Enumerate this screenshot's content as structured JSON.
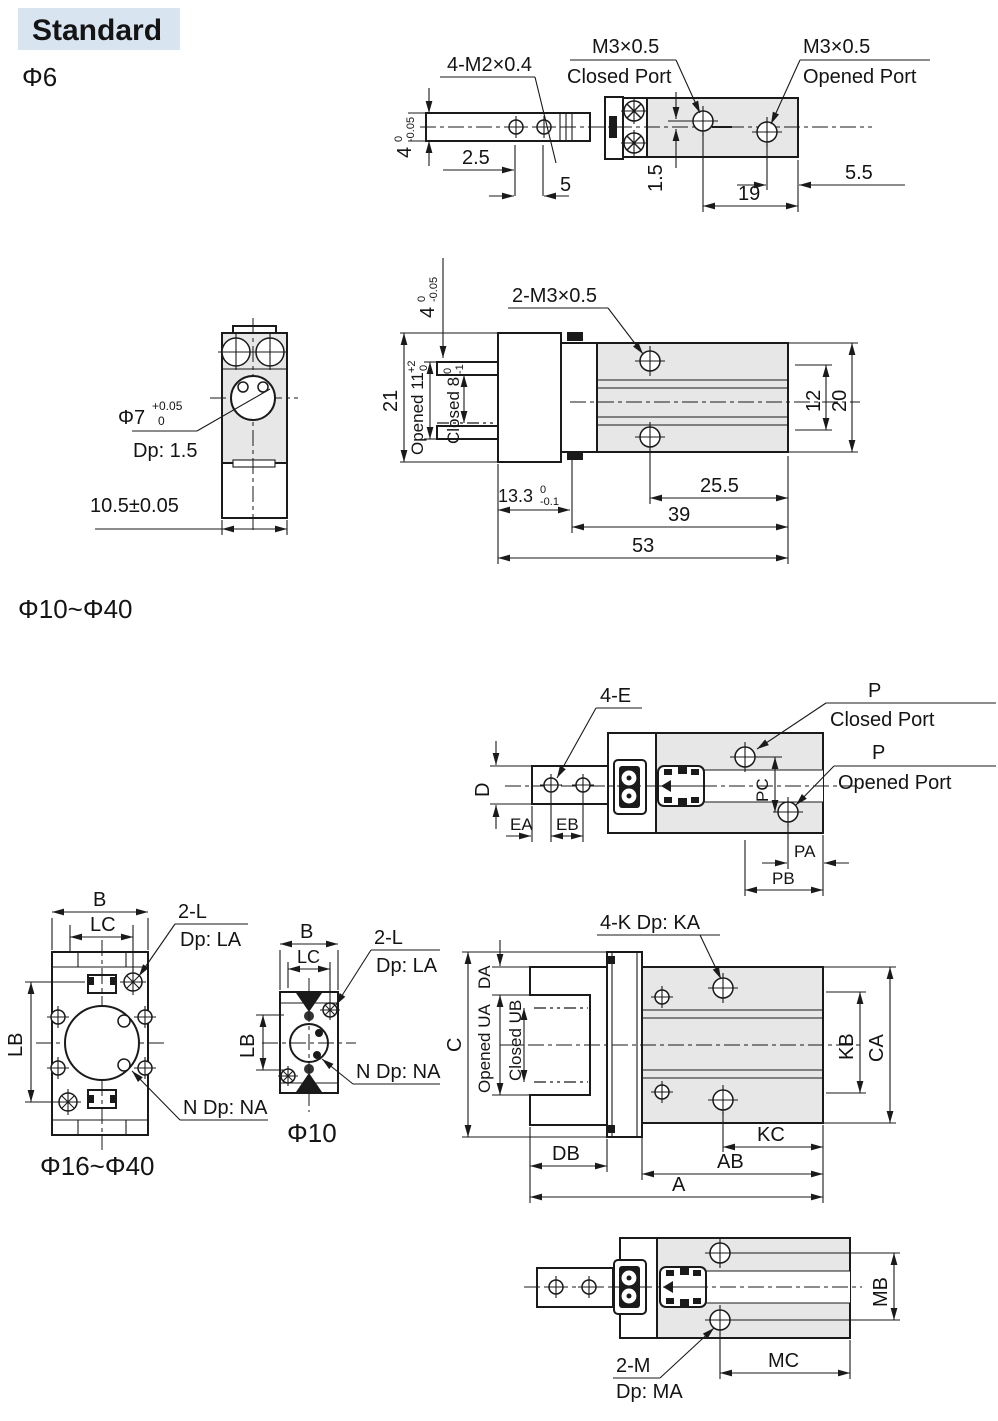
{
  "page": {
    "title_badge": "Standard",
    "section1": "Φ6",
    "section2": "Φ10~Φ40"
  },
  "colors": {
    "badge_bg": "#d9e4f1",
    "body_fill": "#e7e7e7",
    "line": "#1a1a1a",
    "background": "#ffffff"
  },
  "d1": {
    "label_4m2": "4-M2×0.4",
    "m3_closed": "M3×0.5",
    "closed_port": "Closed Port",
    "m3_opened": "M3×0.5",
    "opened_port": "Opened Port",
    "dim4": "4",
    "dim4_tu": "0",
    "dim4_tl": "-0.05",
    "dim25": "2.5",
    "dim5": "5",
    "dim15": "1.5",
    "dim19": "19",
    "dim55": "5.5"
  },
  "d2": {
    "phi7": "Φ7",
    "phi7_tu": "+0.05",
    "phi7_tl": "0",
    "depth": "Dp: 1.5",
    "width": "10.5±0.05"
  },
  "d3": {
    "label_2m3": "2-M3×0.5",
    "dim21": "21",
    "dim4": "4",
    "dim4_tu": "0",
    "dim4_tl": "-0.05",
    "opened": "Opened 11",
    "opened_tu": "+2",
    "opened_tl": "0",
    "closed": "Closed 8",
    "closed_tu": "0",
    "closed_tl": "-1",
    "dim133": "13.3",
    "dim133_tu": "0",
    "dim133_tl": "-0.1",
    "dim255": "25.5",
    "dim39": "39",
    "dim53": "53",
    "dim12": "12",
    "dim20": "20"
  },
  "d4": {
    "label_4e": "4-E",
    "p_closed": "P",
    "closed_port": "Closed Port",
    "p_opened": "P",
    "opened_port": "Opened Port",
    "dim_d": "D",
    "dim_ea": "EA",
    "dim_eb": "EB",
    "dim_pc": "PC",
    "dim_pa": "PA",
    "dim_pb": "PB"
  },
  "d5": {
    "dim_b": "B",
    "dim_lc": "LC",
    "hole": "2-L",
    "hole_depth": "Dp: LA",
    "dim_lb": "LB",
    "pin": "N Dp: NA",
    "caption": "Φ16~Φ40"
  },
  "d6": {
    "dim_b": "B",
    "dim_lc": "LC",
    "hole": "2-L",
    "hole_depth": "Dp: LA",
    "dim_lb": "LB",
    "pin": "N Dp: NA",
    "caption": "Φ10"
  },
  "d7": {
    "label_4k": "4-K Dp: KA",
    "dim_c": "C",
    "dim_da": "DA",
    "opened": "Opened UA",
    "closed": "Closed UB",
    "dim_db": "DB",
    "dim_kb": "KB",
    "dim_ca": "CA",
    "dim_kc": "KC",
    "dim_ab": "AB",
    "dim_a": "A"
  },
  "d8": {
    "dim_mb": "MB",
    "dim_mc": "MC",
    "hole": "2-M",
    "hole_depth": "Dp: MA"
  }
}
